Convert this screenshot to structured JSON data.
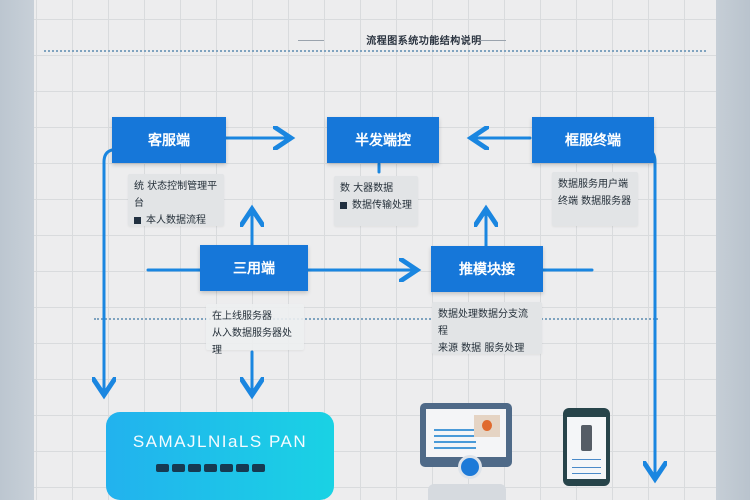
{
  "diagram": {
    "title": "流程图系统功能结构说明",
    "header_dotted_separator": true,
    "colors": {
      "node_fill": "#1677d9",
      "arrow": "#1a86e0",
      "note_bg": "#e2e4e6",
      "banner_gradient_start": "#22b2ee",
      "banner_gradient_end": "#1ad2e4"
    },
    "nodes": [
      {
        "id": "node-1",
        "label": "客服端"
      },
      {
        "id": "node-2",
        "label": "半发端控"
      },
      {
        "id": "node-3",
        "label": "框服终端"
      },
      {
        "id": "node-4",
        "label": "三用端"
      },
      {
        "id": "node-5",
        "label": "推模块接"
      }
    ],
    "notes": [
      {
        "for": "node-1",
        "lines": [
          "统 状态控制管理平台",
          "本人数据流程"
        ]
      },
      {
        "for": "node-2",
        "lines": [
          "数 大器数据",
          "数据传输处理"
        ]
      },
      {
        "for": "node-3",
        "lines": [
          "数据服务用户端",
          "终端 数据服务器"
        ]
      },
      {
        "for": "node-4",
        "lines": [
          "在上线服务器",
          "从入数据服务器处理"
        ]
      },
      {
        "for": "node-5",
        "lines": [
          "数据处理数据分支流程",
          "来源 数据 服务处理"
        ]
      }
    ],
    "edges": [
      {
        "from": "node-1",
        "to": "node-2",
        "direction": "right"
      },
      {
        "from": "node-3",
        "to": "node-2",
        "direction": "left"
      },
      {
        "from": "node-4",
        "to": "node-1-note",
        "direction": "up"
      },
      {
        "from": "node-4",
        "to": "node-5",
        "direction": "right"
      },
      {
        "from": "node-5",
        "to": "node-3-note",
        "direction": "up"
      },
      {
        "from": "node-1",
        "to": "bottom-left",
        "direction": "down"
      },
      {
        "from": "node-4",
        "to": "banner",
        "direction": "down"
      },
      {
        "from": "node-3",
        "to": "bottom-right",
        "direction": "down"
      }
    ],
    "banner": {
      "title": "SAMAJLNIaLS PAN",
      "key_count": 7
    },
    "devices": [
      {
        "type": "monitor-icon",
        "label": "desktop"
      },
      {
        "type": "phone-icon",
        "label": "mobile"
      }
    ]
  }
}
